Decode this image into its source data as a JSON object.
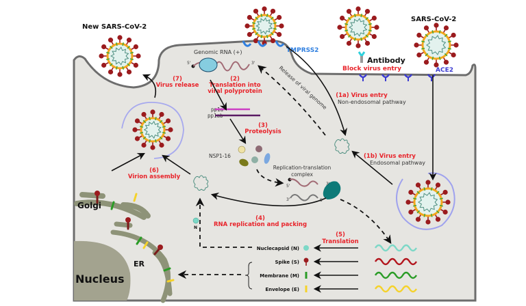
{
  "title": "SARS-CoV-2 life cycle in host cell",
  "colors": {
    "cell_fill": "#e6e5e1",
    "cell_border": "#6d6d6d",
    "spike": "#9b1b1e",
    "envelope_ring": "#f2a81d",
    "membrane_tick": "#3aa635",
    "virion_core": "#e3f2ee",
    "genome": "#4e8f80",
    "receptor_ace2": "#3b3bd1",
    "tmprss2": "#2f7fe0",
    "step_label": "#e8232a",
    "organelle": "#8e9378",
    "nucleus": "#a3a38f",
    "endosome": "#9fa2ee",
    "pp1a": "#cc3ec4",
    "pp1ab": "#5a1a63",
    "ribosome_entry": "#86cde0",
    "ribosome_complex": "#0d7a78",
    "rna_plus": "#a26b75",
    "rna_minus": "#777777",
    "mrna_n": "#7dd8c7",
    "mrna_s": "#b3151d",
    "mrna_m": "#2a9c26",
    "mrna_e": "#f5d22a"
  },
  "labels": {
    "new_virus": "New SARS-CoV-2",
    "virus": "SARS-CoV-2",
    "tmprss2": "TMPRSS2",
    "ace2": "ACE2",
    "antibody": "Antibody",
    "block_entry": "Block virus entry",
    "genomic_rna": "Genomic RNA (+)",
    "five_prime": "5'",
    "three_prime": "3'",
    "release_genome": "Release of viral genome",
    "pp1a": "pp1a",
    "pp1ab": "pp1ab",
    "nsp": "NSP1-16",
    "rep_complex_line1": "Replication-translation",
    "rep_complex_line2": "complex",
    "golgi": "Golgi",
    "er": "ER",
    "nucleus": "Nucleus",
    "n_small": "N"
  },
  "steps": [
    {
      "num": "(1a) Virus entry",
      "desc": "Non-endosomal pathway"
    },
    {
      "num": "(1b) Virus entry",
      "desc": "Endosomal pathway"
    },
    {
      "num": "(2)",
      "desc": "Translation into",
      "desc2": "viral polyprotein"
    },
    {
      "num": "(3)",
      "desc": "Proteolysis"
    },
    {
      "num": "(4)",
      "desc": "RNA replication and packing"
    },
    {
      "num": "(5)",
      "desc": "Translation"
    },
    {
      "num": "(6)",
      "desc": "Virion assembly"
    },
    {
      "num": "(7)",
      "desc": "Virus release"
    }
  ],
  "structural_proteins": [
    {
      "label": "Nuclecapsid (N)",
      "icon": "nucleocapsid-circle"
    },
    {
      "label": "Spike (S)",
      "icon": "spike-glyph"
    },
    {
      "label": "Membrane (M)",
      "icon": "green-bar"
    },
    {
      "label": "Envelope (E)",
      "icon": "yellow-bar"
    }
  ]
}
